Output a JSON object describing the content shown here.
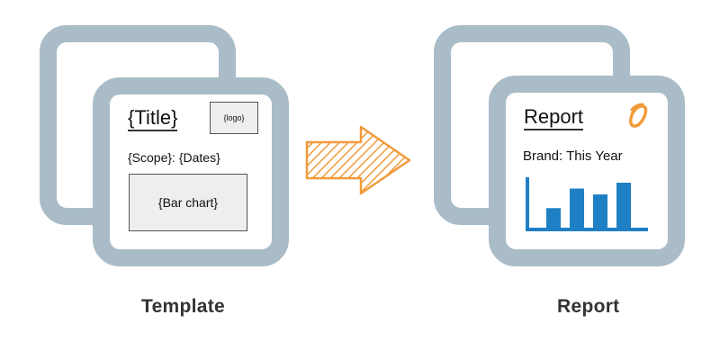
{
  "colors": {
    "frame": "#a9bcc8",
    "arrow": "#f09b3a",
    "bar": "#1f7fc4",
    "logo": "#f09b3a"
  },
  "template": {
    "title": "{Title}",
    "logo": "{logo}",
    "scope_dates": "{Scope}: {Dates}",
    "bar_chart": "{Bar chart}",
    "caption": "Template"
  },
  "report": {
    "title": "Report",
    "logo_glyph": "0",
    "subtitle": "Brand: This Year",
    "caption": "Report",
    "chart_data": {
      "type": "bar",
      "values": [
        2,
        4,
        3.4,
        4.6
      ]
    }
  },
  "arrow_icon": "right-arrow-icon"
}
